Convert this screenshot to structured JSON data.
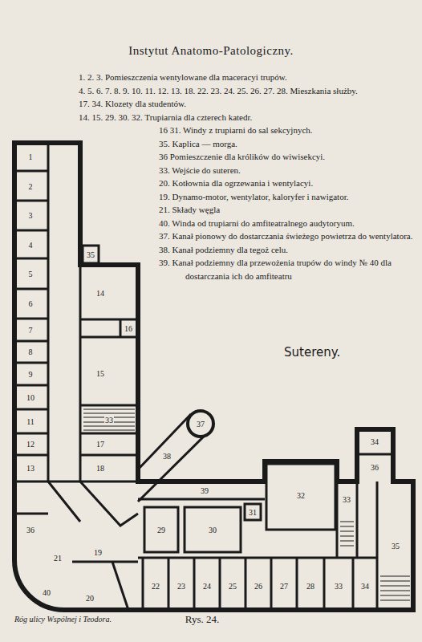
{
  "diagram": {
    "title": "Instytut Anatomo-Patologiczny.",
    "caption": "Rys. 24.",
    "labels": [
      "1. 2. 3. Pomieszczenia wentylowane dla maceracyi trupów.",
      "4. 5. 6. 7. 8. 9. 10. 11. 12. 13. 18. 22. 23. 24. 25. 26. 27. 28. Mieszkania służby.",
      "17. 34. Klozety dla studentów.",
      "14. 15. 29. 30. 32. Trupiarnia dla czterech katedr.",
      "16 31. Windy z trupiarni do sal sekcyjnych.",
      "35. Kaplica — morga.",
      "36 Pomieszczenie dla królików do wiwisekcyi.",
      "33. Wejście do suteren.",
      "20. Kotłownia dla ogrzewania i wentylacyi.",
      "19. Dynamo-motor, wentylator, kaloryfer i nawigator.",
      "21. Składy węgla",
      "40. Winda od trupiarni do amfiteatralnego audytoryum.",
      "37. Kanał pionowy do dostarczania świeżego powietrza do wentylatora.",
      "38. Kanał podziemny dla tegoż celu.",
      "39. Kanał podziemny dla przewożenia trupów do windy № 40 dla dostarczania ich do amfiteatru",
      "Sutereny.",
      "Róg ulicy Wspólnej i Teodora.",
      "1",
      "2",
      "3",
      "4",
      "5",
      "6",
      "7",
      "8",
      "9",
      "10",
      "11",
      "12",
      "13",
      "35",
      "14",
      "16",
      "15",
      "33",
      "17",
      "18",
      "37",
      "38",
      "36",
      "21",
      "19",
      "20",
      "40",
      "39",
      "29",
      "30",
      "31",
      "32",
      "33",
      "34",
      "36",
      "35",
      "22",
      "23",
      "24",
      "25",
      "26",
      "27",
      "28",
      "33",
      "34"
    ]
  }
}
